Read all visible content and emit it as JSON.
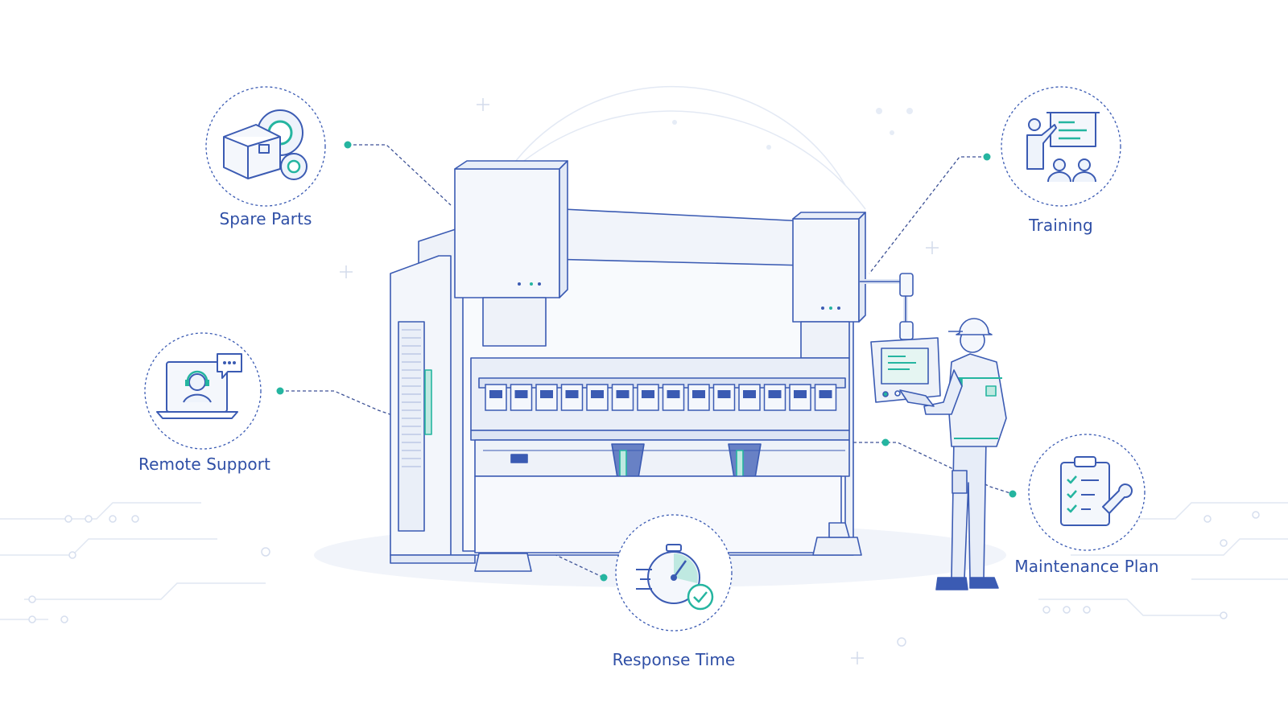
{
  "colors": {
    "line": "#3b5bb3",
    "accent": "#25b5a0",
    "fill": "#f4f7fc",
    "text": "#2f4fa6",
    "faint": "#dbe3f1"
  },
  "services": [
    {
      "id": "spare-parts",
      "label": "Spare Parts",
      "icon": "box-gears-icon"
    },
    {
      "id": "remote-support",
      "label": "Remote Support",
      "icon": "laptop-headset-icon"
    },
    {
      "id": "response-time",
      "label": "Response Time",
      "icon": "stopwatch-check-icon"
    },
    {
      "id": "training",
      "label": "Training",
      "icon": "presenter-board-icon"
    },
    {
      "id": "maintenance-plan",
      "label": "Maintenance Plan",
      "icon": "clipboard-wrench-icon"
    }
  ],
  "illustration": {
    "machine": "press-brake-icon",
    "operator": "technician-with-tablet-icon"
  }
}
